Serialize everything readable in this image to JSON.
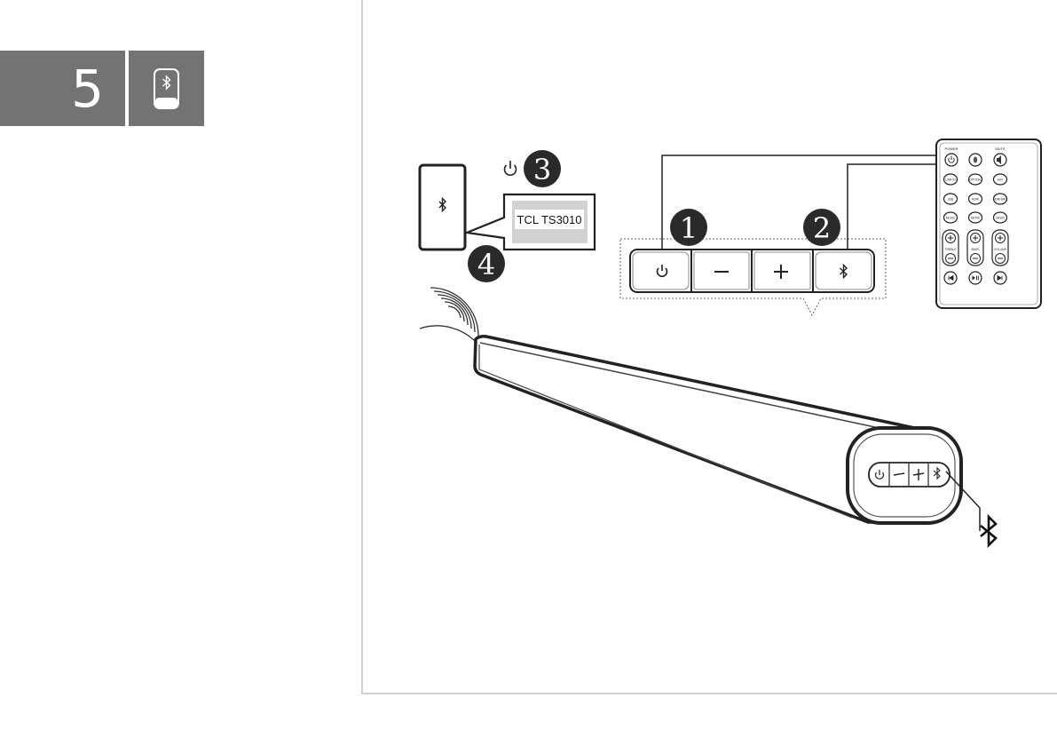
{
  "step": {
    "number": "5",
    "icon": "phone-bluetooth-icon"
  },
  "callouts": {
    "one": "1",
    "two": "2",
    "three": "3",
    "four": "4"
  },
  "device_name": "TCL TS3010",
  "button_panel": {
    "buttons": [
      {
        "icon": "power-icon"
      },
      {
        "icon": "minus-icon"
      },
      {
        "icon": "plus-icon"
      },
      {
        "icon": "bluetooth-icon"
      }
    ]
  },
  "remote": {
    "labels": {
      "power": "POWER",
      "mute": "MUTE",
      "line_in": "LINE IN",
      "optical": "OPTICAL",
      "aux": "AUX",
      "usb": "USB",
      "hdmi": "HDMI",
      "hdmi_arc": "HDMI ARC",
      "music": "MUSIC",
      "movie": "MOVIE",
      "news": "NEWS",
      "treble": "TREBLE",
      "bass": "BASS",
      "volume": "VOLUME"
    }
  },
  "icons": {
    "phone": "phone-icon",
    "wireless_waves": "wifi-waves-icon",
    "soundbar": "soundbar-icon",
    "side_bluetooth": "bluetooth-icon",
    "power_standalone": "power-icon"
  }
}
